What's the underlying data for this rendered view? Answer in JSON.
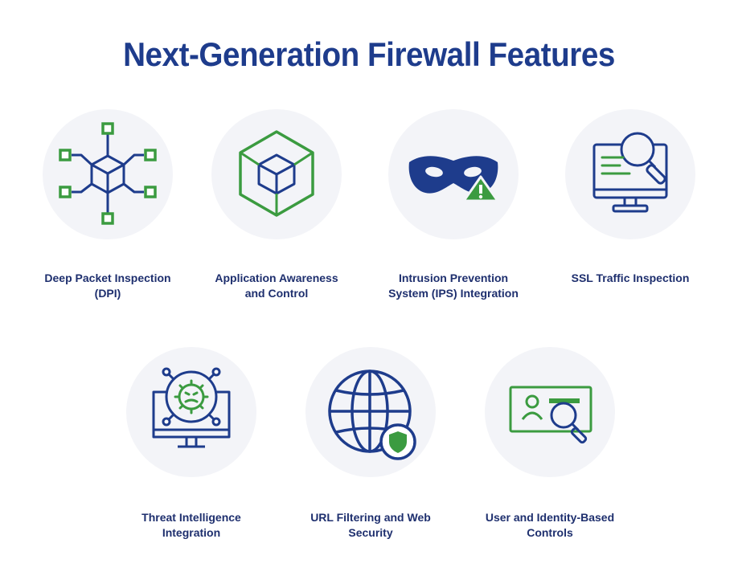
{
  "title": "Next-Generation Firewall Features",
  "colors": {
    "navy": "#1e3c8c",
    "green": "#3b9b40",
    "circle_bg": "#f3f4f8"
  },
  "features": [
    {
      "icon": "network-cube-icon",
      "line1": "Deep Packet Inspection",
      "line2": "(DPI)"
    },
    {
      "icon": "cube-icon",
      "line1": "Application Awareness",
      "line2": "and Control"
    },
    {
      "icon": "mask-warning-icon",
      "line1": "Intrusion Prevention",
      "line2": "System (IPS) Integration"
    },
    {
      "icon": "monitor-magnifier-icon",
      "line1": "SSL Traffic Inspection",
      "line2": ""
    },
    {
      "icon": "virus-monitor-icon",
      "line1": "Threat Intelligence",
      "line2": "Integration"
    },
    {
      "icon": "globe-shield-icon",
      "line1": "URL Filtering and Web",
      "line2": "Security"
    },
    {
      "icon": "id-card-magnifier-icon",
      "line1": "User and Identity-Based",
      "line2": "Controls"
    }
  ]
}
